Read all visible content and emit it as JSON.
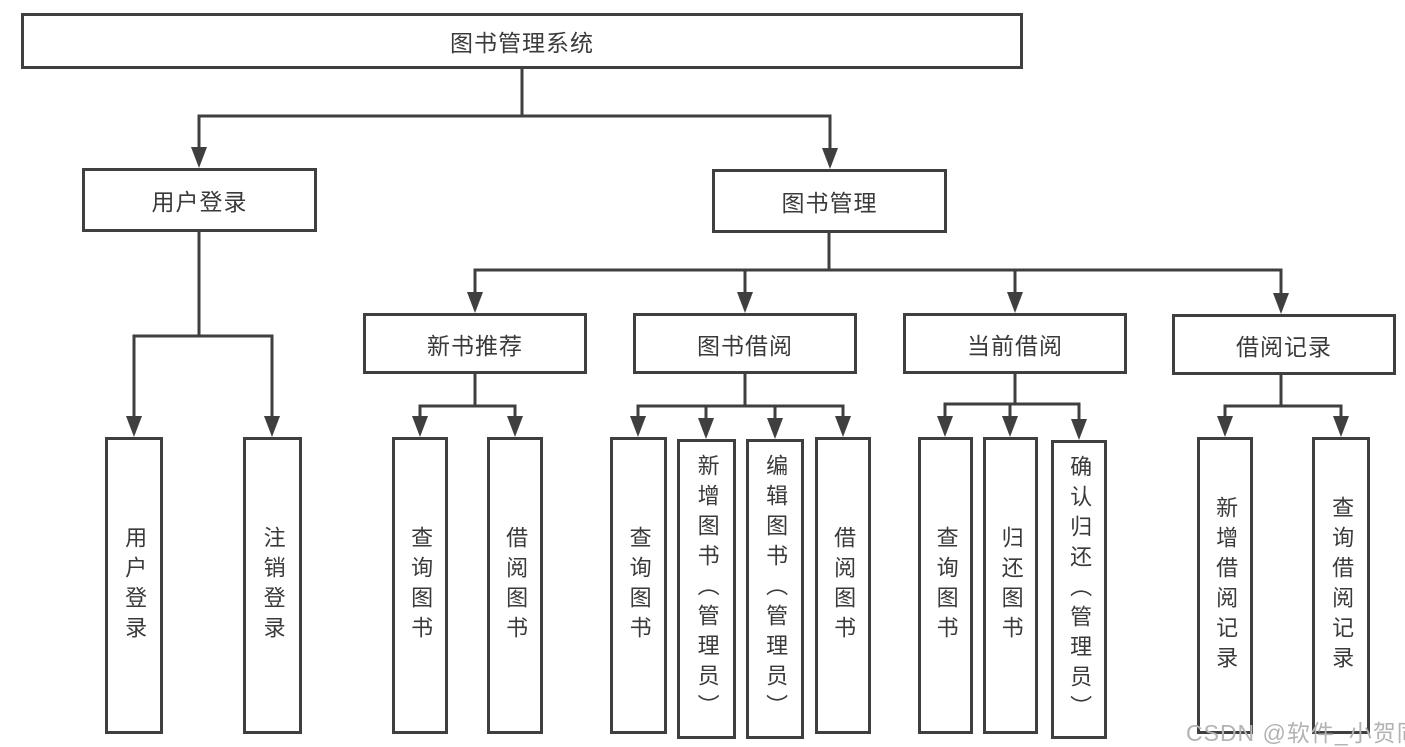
{
  "diagram": {
    "root": {
      "label": "图书管理系统"
    },
    "branches": [
      {
        "label": "用户登录",
        "children": [
          {
            "label": "用户登录"
          },
          {
            "label": "注销登录"
          }
        ]
      },
      {
        "label": "图书管理",
        "children": [
          {
            "label": "新书推荐",
            "children": [
              {
                "label": "查询图书"
              },
              {
                "label": "借阅图书"
              }
            ]
          },
          {
            "label": "图书借阅",
            "children": [
              {
                "label": "查询图书"
              },
              {
                "label": "新增图书（管理员）"
              },
              {
                "label": "编辑图书（管理员）"
              },
              {
                "label": "借阅图书"
              }
            ]
          },
          {
            "label": "当前借阅",
            "children": [
              {
                "label": "查询图书"
              },
              {
                "label": "归还图书"
              },
              {
                "label": "确认归还（管理员）"
              }
            ]
          },
          {
            "label": "借阅记录",
            "children": [
              {
                "label": "新增借阅记录"
              },
              {
                "label": "查询借阅记录"
              }
            ]
          }
        ]
      }
    ]
  },
  "watermark": {
    "text": "CSDN @软件_小贺同学"
  },
  "colors": {
    "line": "#3f3f3f",
    "text": "#3a3a3a",
    "background": "#ffffff",
    "watermark": "#b3b3b3"
  }
}
